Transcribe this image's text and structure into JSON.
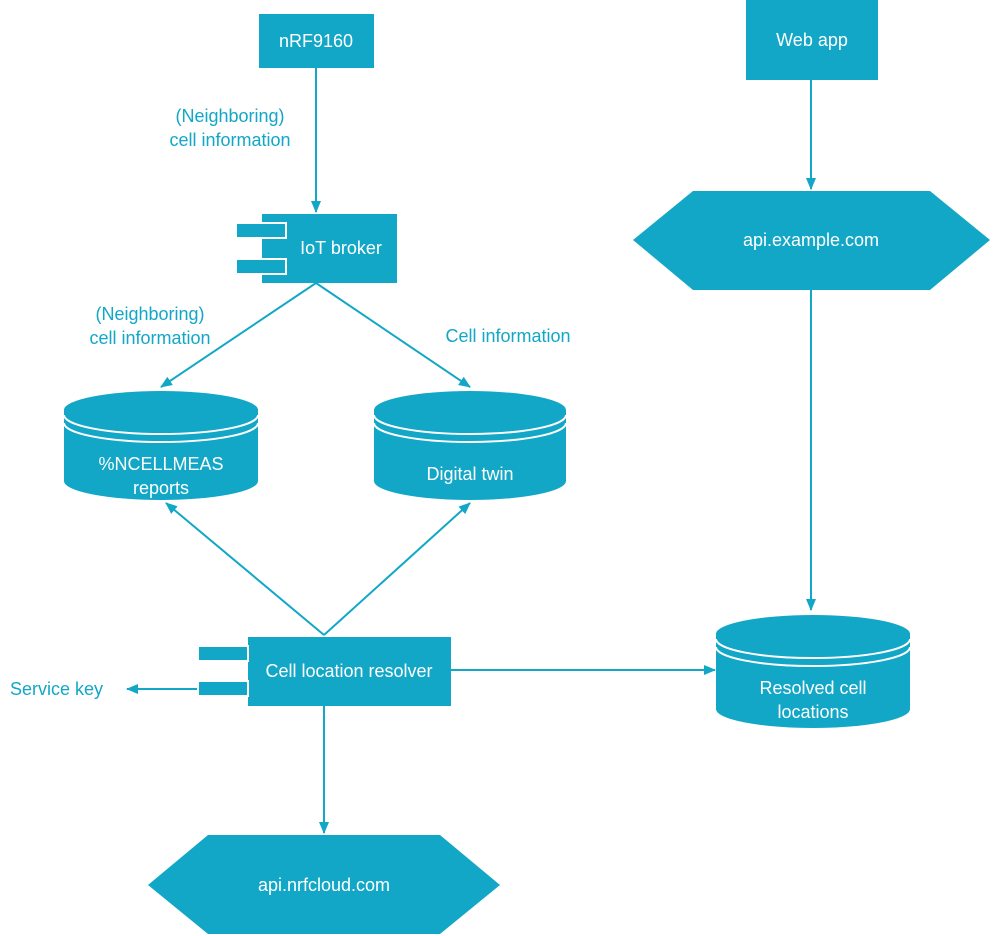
{
  "colors": {
    "accent": "#12A7C7",
    "text_on_shape": "#ffffff"
  },
  "nodes": {
    "nrf9160": "nRF9160",
    "web_app": "Web app",
    "iot_broker": "IoT broker",
    "api_example": "api.example.com",
    "ncellmeas_line1": "%NCELLMEAS",
    "ncellmeas_line2": "reports",
    "digital_twin": "Digital twin",
    "cell_location_resolver": "Cell location resolver",
    "resolved_line1": "Resolved cell",
    "resolved_line2": "locations",
    "api_nrfcloud": "api.nrfcloud.com"
  },
  "edge_labels": {
    "device_to_broker_line1": "(Neighboring)",
    "device_to_broker_line2": "cell information",
    "broker_to_reports_line1": "(Neighboring)",
    "broker_to_reports_line2": "cell information",
    "broker_to_twin": "Cell information",
    "service_key": "Service key"
  }
}
